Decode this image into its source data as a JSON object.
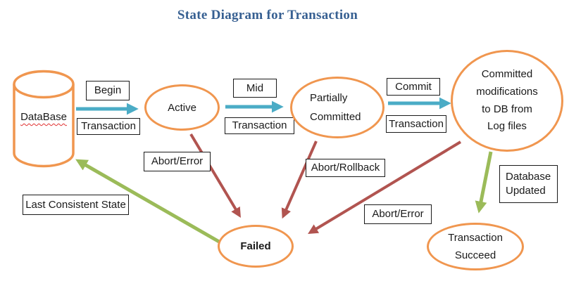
{
  "title": "State Diagram for Transaction",
  "colors": {
    "shape_orange": "#F0964F",
    "arrow_blue": "#4BACC6",
    "arrow_red": "#B15450",
    "arrow_green": "#9BBB59",
    "title_blue": "#376092",
    "box_border": "#1a1a1a"
  },
  "nodes": {
    "database": {
      "label": "DataBase"
    },
    "active": {
      "label": "Active"
    },
    "partially_committed": {
      "label": "Partially\nCommitted"
    },
    "committed": {
      "label": "Committed\nmodifications\nto DB from\nLog files"
    },
    "failed": {
      "label": "Failed"
    },
    "transaction_succeed": {
      "label": "Transaction\nSucceed"
    }
  },
  "edge_labels": {
    "begin": "Begin",
    "begin_transaction": "Transaction",
    "mid": "Mid",
    "mid_transaction": "Transaction",
    "commit": "Commit",
    "commit_transaction": "Transaction",
    "abort_error_active": "Abort/Error",
    "abort_rollback": "Abort/Rollback",
    "abort_error_committed": "Abort/Error",
    "database_updated": "Database\nUpdated",
    "last_consistent_state": "Last Consistent State"
  }
}
